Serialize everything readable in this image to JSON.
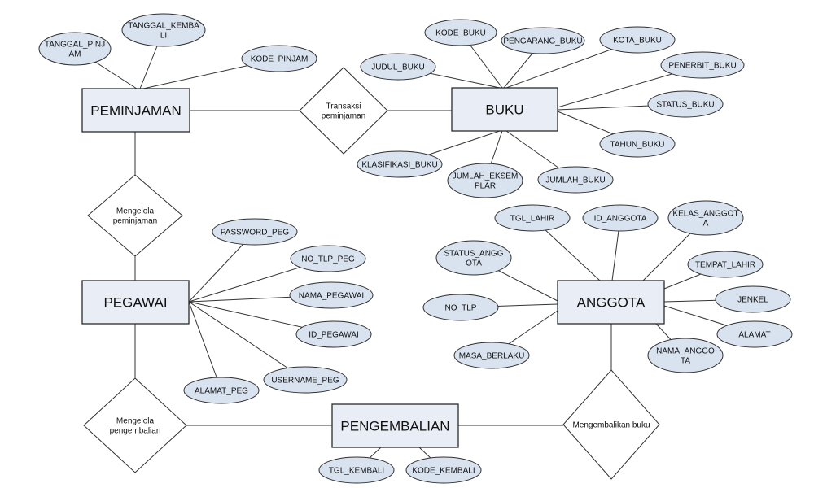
{
  "colors": {
    "entity_fill": "#e9eef6",
    "attribute_fill": "#d9e3f0",
    "relationship_fill": "#ffffff",
    "line": "#333333"
  },
  "entities": {
    "peminjaman": "PEMINJAMAN",
    "buku": "BUKU",
    "pegawai": "PEGAWAI",
    "anggota": "ANGGOTA",
    "pengembalian": "PENGEMBALIAN"
  },
  "relationships": {
    "transaksi": [
      "Transaksi",
      "peminjaman"
    ],
    "mengelola_peminjaman": [
      "Mengelola",
      "peminjaman"
    ],
    "mengelola_pengembalian": [
      "Mengelola",
      "pengembalian"
    ],
    "mengembalikan": [
      "Mengembalikan buku"
    ]
  },
  "attributes": {
    "tanggal_pinjam": [
      "TANGGAL_PINJ",
      "AM"
    ],
    "tanggal_kembali": [
      "TANGGAL_KEMBA",
      "LI"
    ],
    "kode_pinjam": [
      "KODE_PINJAM"
    ],
    "kode_buku": [
      "KODE_BUKU"
    ],
    "pengarang_buku": [
      "PENGARANG_BUKU"
    ],
    "kota_buku": [
      "KOTA_BUKU"
    ],
    "judul_buku": [
      "JUDUL_BUKU"
    ],
    "penerbit_buku": [
      "PENERBIT_BUKU"
    ],
    "status_buku": [
      "STATUS_BUKU"
    ],
    "tahun_buku": [
      "TAHUN_BUKU"
    ],
    "klasifikasi_buku": [
      "KLASIFIKASI_BUKU"
    ],
    "jumlah_eksemplar": [
      "JUMLAH_EKSEM",
      "PLAR"
    ],
    "jumlah_buku": [
      "JUMLAH_BUKU"
    ],
    "password_peg": [
      "PASSWORD_PEG"
    ],
    "no_tlp_peg": [
      "NO_TLP_PEG"
    ],
    "nama_pegawai": [
      "NAMA_PEGAWAI"
    ],
    "id_pegawai": [
      "ID_PEGAWAI"
    ],
    "alamat_peg": [
      "ALAMAT_PEG"
    ],
    "username_peg": [
      "USERNAME_PEG"
    ],
    "tgl_lahir": [
      "TGL_LAHIR"
    ],
    "id_anggota": [
      "ID_ANGGOTA"
    ],
    "kelas_anggota": [
      "KELAS_ANGGOT",
      "A"
    ],
    "status_anggota": [
      "STATUS_ANGG",
      "OTA"
    ],
    "tempat_lahir": [
      "TEMPAT_LAHIR"
    ],
    "no_tlp": [
      "NO_TLP"
    ],
    "jenkel": [
      "JENKEL"
    ],
    "alamat": [
      "ALAMAT"
    ],
    "masa_berlaku": [
      "MASA_BERLAKU"
    ],
    "nama_anggota": [
      "NAMA_ANGGO",
      "TA"
    ],
    "tgl_kembali": [
      "TGL_KEMBALI"
    ],
    "kode_kembali": [
      "KODE_KEMBALI"
    ]
  }
}
